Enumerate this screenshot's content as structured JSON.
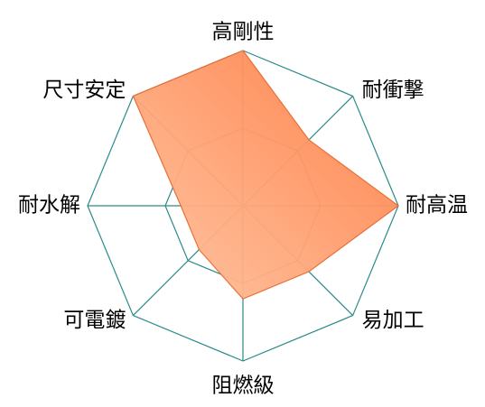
{
  "chart_data": {
    "type": "radar",
    "axes": [
      "高剛性",
      "耐衝撃",
      "耐高温",
      "易加工",
      "阻燃級",
      "可電鍍",
      "耐水解",
      "尺寸安定"
    ],
    "series": [
      {
        "values": [
          5,
          3,
          5,
          3,
          3,
          2,
          2,
          5
        ]
      }
    ],
    "rlim": [
      0,
      5
    ],
    "levels": 2,
    "grid": true,
    "colors": {
      "grid": "#2a8a8a",
      "fill_light": "#ffc4a0",
      "fill_dark": "#ff7a40",
      "stroke": "#e8703a"
    }
  }
}
